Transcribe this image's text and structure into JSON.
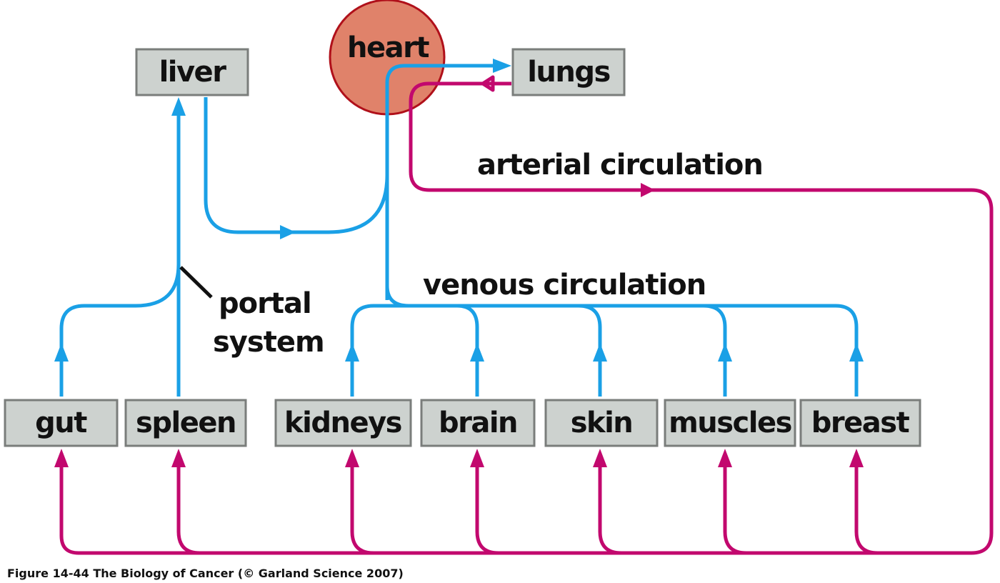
{
  "figure": {
    "caption": "Figure 14-44  The Biology of Cancer (© Garland Science 2007)",
    "colors": {
      "venous": "#1aa0e6",
      "arterial": "#c2086e",
      "heart_fill": "#e0826a",
      "heart_stroke": "#b0101a",
      "organ_fill": "#cdd2cf",
      "organ_stroke": "#7a7d7b"
    }
  },
  "nodes": {
    "heart": "heart",
    "liver": "liver",
    "lungs": "lungs",
    "gut": "gut",
    "spleen": "spleen",
    "kidneys": "kidneys",
    "brain": "brain",
    "skin": "skin",
    "muscles": "muscles",
    "breast": "breast"
  },
  "labels": {
    "arterial": "arterial circulation",
    "venous": "venous circulation",
    "portal_line1": "portal",
    "portal_line2": "system"
  },
  "edges": [
    {
      "from": "heart",
      "to": "lungs",
      "type": "venous"
    },
    {
      "from": "lungs",
      "to": "heart",
      "type": "arterial"
    },
    {
      "from": "heart",
      "to": "gut",
      "type": "arterial"
    },
    {
      "from": "heart",
      "to": "spleen",
      "type": "arterial"
    },
    {
      "from": "heart",
      "to": "kidneys",
      "type": "arterial"
    },
    {
      "from": "heart",
      "to": "brain",
      "type": "arterial"
    },
    {
      "from": "heart",
      "to": "skin",
      "type": "arterial"
    },
    {
      "from": "heart",
      "to": "muscles",
      "type": "arterial"
    },
    {
      "from": "heart",
      "to": "breast",
      "type": "arterial"
    },
    {
      "from": "gut",
      "to": "liver",
      "type": "venous",
      "via": "portal system"
    },
    {
      "from": "spleen",
      "to": "liver",
      "type": "venous",
      "via": "portal system"
    },
    {
      "from": "liver",
      "to": "heart",
      "type": "venous"
    },
    {
      "from": "kidneys",
      "to": "heart",
      "type": "venous"
    },
    {
      "from": "brain",
      "to": "heart",
      "type": "venous"
    },
    {
      "from": "skin",
      "to": "heart",
      "type": "venous"
    },
    {
      "from": "muscles",
      "to": "heart",
      "type": "venous"
    },
    {
      "from": "breast",
      "to": "heart",
      "type": "venous"
    }
  ]
}
